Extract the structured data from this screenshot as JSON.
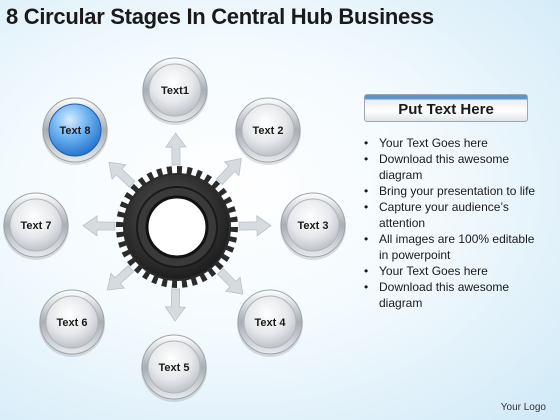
{
  "title": "8 Circular Stages In Central Hub Business",
  "hub": {
    "icon": "tire-icon"
  },
  "nodes": [
    {
      "label": "Text1",
      "highlight": false
    },
    {
      "label": "Text 2",
      "highlight": false
    },
    {
      "label": "Text 3",
      "highlight": false
    },
    {
      "label": "Text 4",
      "highlight": false
    },
    {
      "label": "Text 5",
      "highlight": false
    },
    {
      "label": "Text 6",
      "highlight": false
    },
    {
      "label": "Text 7",
      "highlight": false
    },
    {
      "label": "Text 8",
      "highlight": true
    }
  ],
  "colors": {
    "highlight": "#3d8fe0",
    "node": "#c9cdd2",
    "arrow": "#d6dbe0",
    "tire": "#2b2b2b"
  },
  "panel": {
    "heading": "Put Text Here",
    "bullets": [
      "Your Text Goes here",
      "Download this awesome diagram",
      "Bring your presentation to life",
      "Capture your audience’s attention",
      "All images are 100% editable in powerpoint",
      "Your Text Goes here",
      "Download this awesome diagram"
    ]
  },
  "footer": {
    "logo": "Your Logo"
  }
}
